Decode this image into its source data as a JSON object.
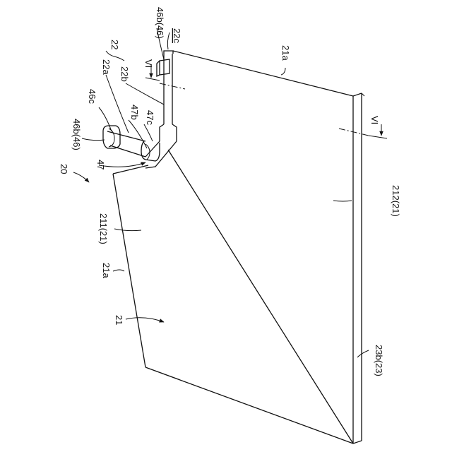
{
  "labels": {
    "l22c": "22c",
    "l46b_top": "46b(46)",
    "l22": "22",
    "l22a": "22a",
    "l22b": "22b",
    "l46c": "46c",
    "l47b": "47b",
    "l47c": "47c",
    "l46b_left": "46b(46)",
    "l20": "20",
    "l47": "47",
    "l211": "211(21)",
    "l21a_left": "21a",
    "l21": "21",
    "l21a_top": "21a",
    "l212": "212(21)",
    "l23b": "23b(23)",
    "lVI_top": "VI",
    "lVI_right": "VI"
  }
}
